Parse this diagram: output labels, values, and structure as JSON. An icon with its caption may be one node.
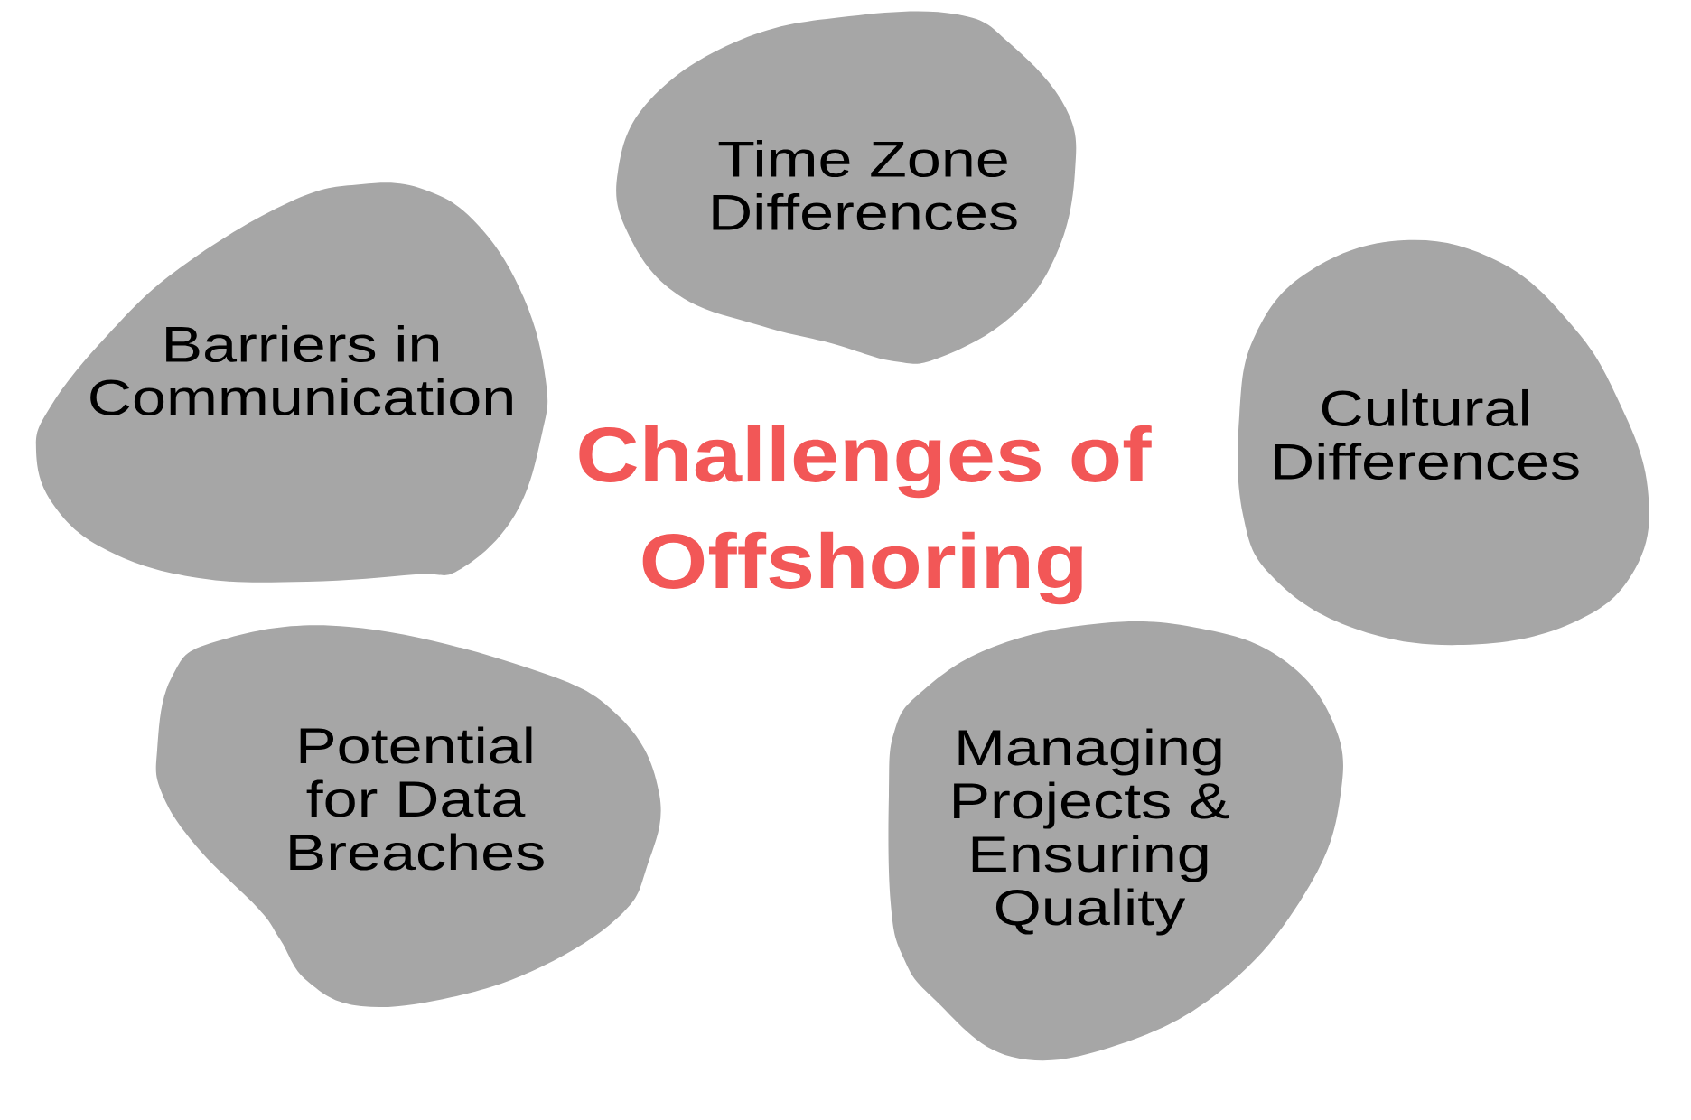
{
  "diagram": {
    "title": "Challenges of Offshoring",
    "nodes": [
      {
        "text": [
          "Time Zone Differences"
        ]
      },
      {
        "text": [
          "Barriers in Communication"
        ]
      },
      {
        "text": [
          "Cultural Differences"
        ]
      },
      {
        "text": [
          "Potential for Data Breaches"
        ]
      },
      {
        "text": [
          "Managing Projects & Ensuring Quality"
        ]
      }
    ]
  }
}
